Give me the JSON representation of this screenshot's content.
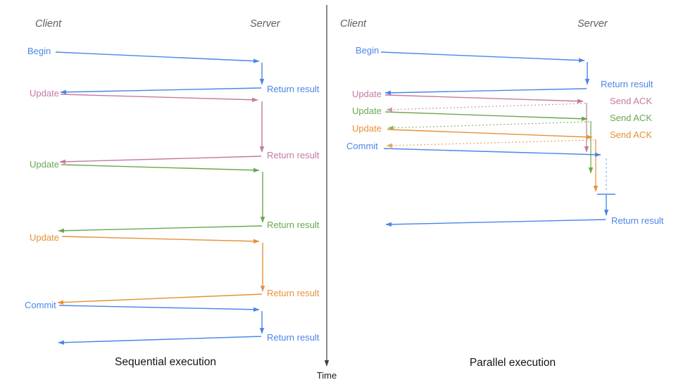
{
  "colors": {
    "blue": "#4a86e8",
    "magenta": "#c27ba0",
    "green": "#6aa84f",
    "orange": "#e69138",
    "axis": "#3d3d3d",
    "header": "#5f5f5f",
    "caption": "#141414"
  },
  "time_axis": {
    "label": "Time"
  },
  "sequential": {
    "caption": "Sequential execution",
    "client_header": "Client",
    "server_header": "Server",
    "messages": [
      {
        "label": "Begin",
        "color": "blue",
        "response": "Return result"
      },
      {
        "label": "Update",
        "color": "magenta",
        "response": "Return result"
      },
      {
        "label": "Update",
        "color": "green",
        "response": "Return result"
      },
      {
        "label": "Update",
        "color": "orange",
        "response": "Return result"
      },
      {
        "label": "Commit",
        "color": "blue",
        "response": "Return result"
      }
    ]
  },
  "parallel": {
    "caption": "Parallel execution",
    "client_header": "Client",
    "server_header": "Server",
    "messages": [
      {
        "label": "Begin",
        "color": "blue",
        "response": "Return result"
      },
      {
        "label": "Update",
        "color": "magenta",
        "response": "Send ACK"
      },
      {
        "label": "Update",
        "color": "green",
        "response": "Send ACK"
      },
      {
        "label": "Update",
        "color": "orange",
        "response": "Send ACK"
      },
      {
        "label": "Commit",
        "color": "blue",
        "response": "Return result"
      }
    ]
  }
}
